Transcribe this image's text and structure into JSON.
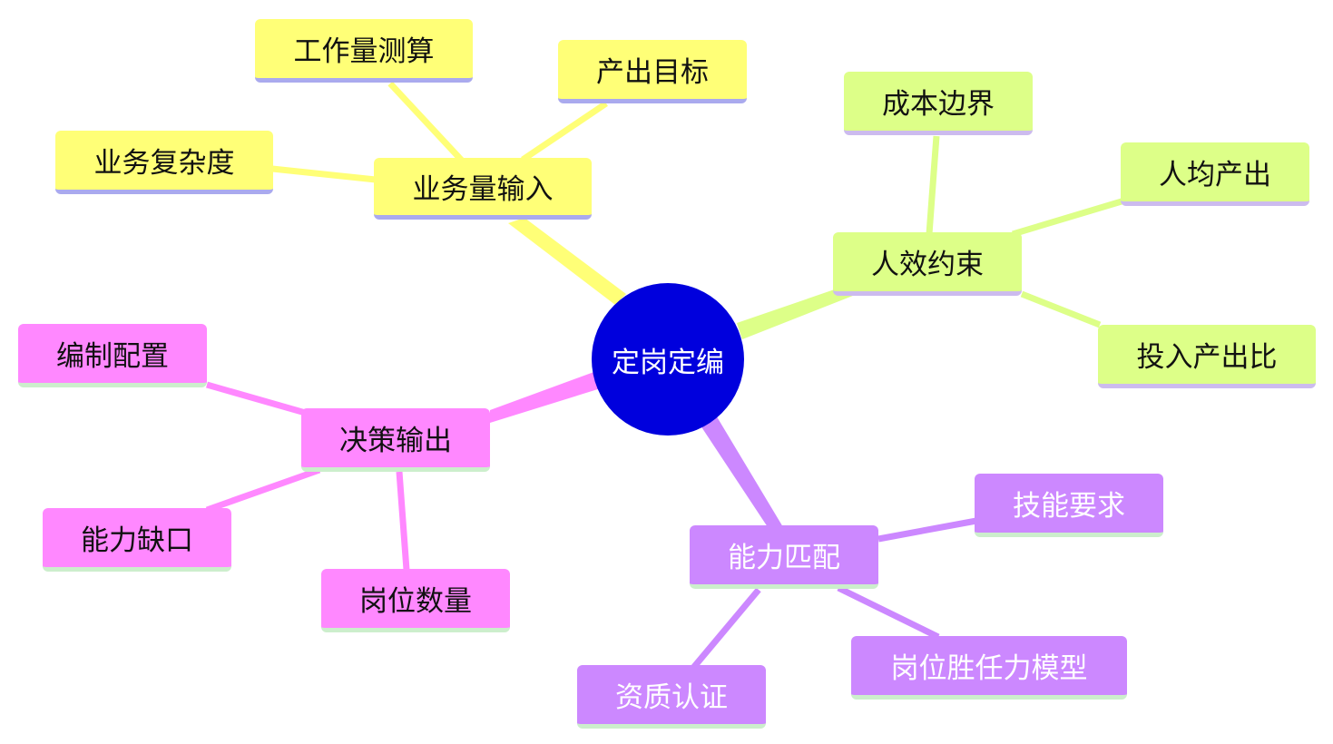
{
  "root": {
    "label": "定岗定编",
    "color": "#0000dd"
  },
  "branches": {
    "yewu": {
      "label": "业务量输入",
      "color": "#ffff77",
      "underline": "#aaaaee",
      "children": [
        "工作量测算",
        "产出目标",
        "业务复杂度"
      ]
    },
    "renxiao": {
      "label": "人效约束",
      "color": "#ddff88",
      "underline": "#ccbbee",
      "children": [
        "成本边界",
        "人均产出",
        "投入产出比"
      ]
    },
    "juece": {
      "label": "决策输出",
      "color": "#ff88ff",
      "underline": "#cceecc",
      "children": [
        "编制配置",
        "能力缺口",
        "岗位数量"
      ]
    },
    "nengli": {
      "label": "能力匹配",
      "color": "#cc88ff",
      "underline": "#cceecc",
      "children": [
        "技能要求",
        "岗位胜任力模型",
        "资质认证"
      ]
    }
  }
}
